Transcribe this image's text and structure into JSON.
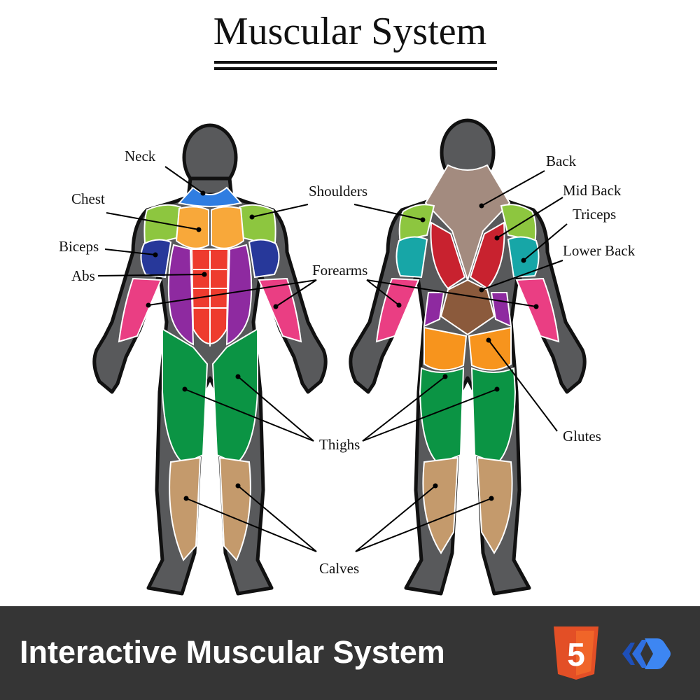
{
  "title": "Muscular System",
  "labels": {
    "neck": "Neck",
    "chest": "Chest",
    "biceps": "Biceps",
    "abs": "Abs",
    "shoulders": "Shoulders",
    "forearms": "Forearms",
    "thighs": "Thighs",
    "calves": "Calves",
    "back": "Back",
    "mid_back": "Mid Back",
    "triceps": "Triceps",
    "lower_back": "Lower Back",
    "glutes": "Glutes"
  },
  "footer": {
    "text": "Interactive Muscular System",
    "html5_logo_text": "5"
  },
  "colors": {
    "neck": "#2f7de1",
    "chest": "#f8a83a",
    "shoulders": "#8dc63f",
    "biceps": "#27389a",
    "abs": "#ee3b2e",
    "obliques": "#8e2aa0",
    "forearms": "#ea3e83",
    "thighs": "#0b9444",
    "calves": "#c49a6c",
    "skin": "#58595b",
    "back": "#a38b7f",
    "mid_back": "#c8222f",
    "lower_back": "#8b5a3c",
    "triceps": "#17a6a7",
    "glutes": "#f7941d",
    "html5": "#e34f26",
    "brand": "#2f6fe0"
  }
}
